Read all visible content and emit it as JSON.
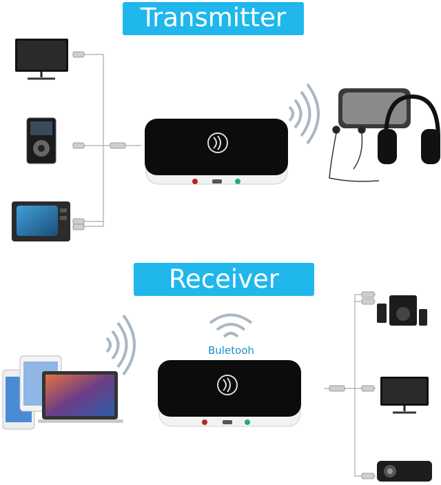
{
  "transmitter_section": {
    "title": "Transmitter"
  },
  "receiver_section": {
    "title": "Receiver",
    "wireless_label": "Buletooh"
  },
  "colors": {
    "banner": "#1fb7ec",
    "label": "#1a8fcf",
    "device_body": "#0c0c0c"
  },
  "icons": [
    "monitor-icon",
    "mp3-player-icon",
    "crt-tv-icon",
    "speaker-icon",
    "headphones-icon",
    "earphones-icon",
    "phone-icon",
    "tablet-icon",
    "laptop-icon",
    "subwoofer-icon",
    "projector-icon",
    "wireless-waves-icon",
    "bluetooth-adapter-icon"
  ]
}
